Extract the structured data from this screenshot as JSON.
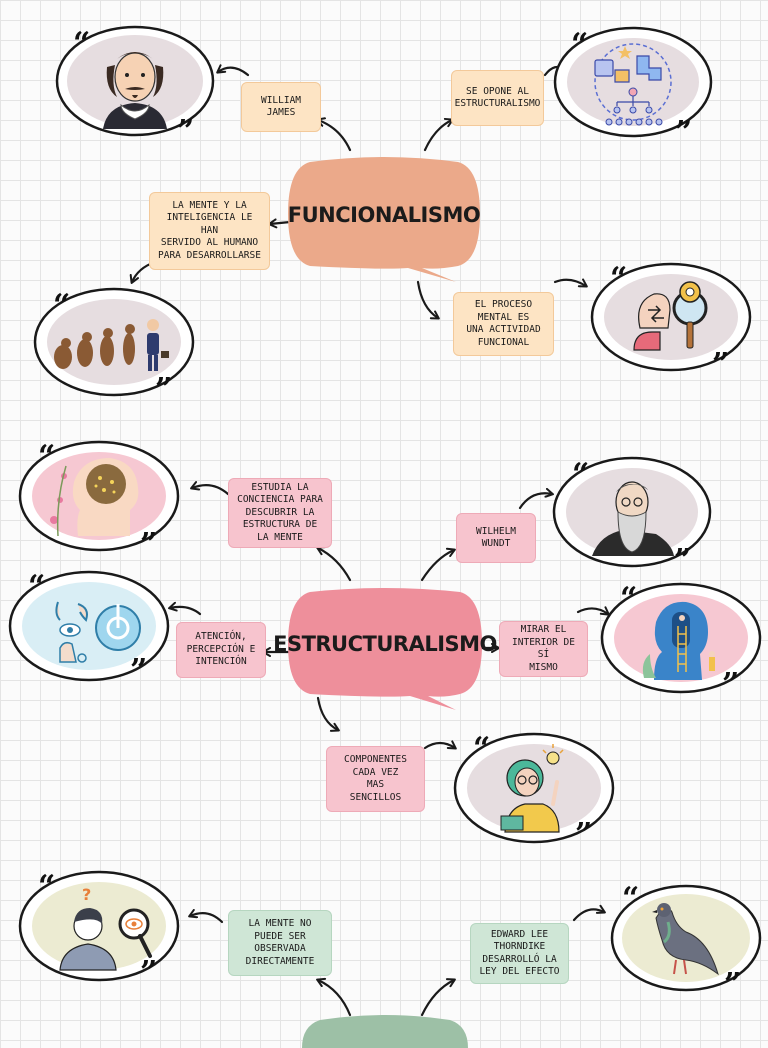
{
  "sections": {
    "funcionalismo": {
      "title": "FUNCIONALISMO",
      "items": {
        "william_james": "WILLIAM\nJAMES",
        "se_opone": "SE OPONE AL\nESTRUCTURALISMO",
        "la_mente": "LA MENTE Y LA\nINTELIGENCIA LE HAN\nSERVIDO AL HUMANO\nPARA DESARROLLARSE",
        "proceso_mental": "EL PROCESO\nMENTAL ES\nUNA ACTIVIDAD\nFUNCIONAL"
      }
    },
    "estructuralismo": {
      "title": "ESTRUCTURALISMO",
      "items": {
        "estudia": "ESTUDIA LA\nCONCIENCIA PARA\nDESCUBRIR LA\nESTRUCTURA DE\nLA MENTE",
        "wundt": "WILHELM\nWUNDT",
        "atencion": "ATENCIÓN,\nPERCEPCIÓN E\nINTENCIÓN",
        "mirar": "MIRAR EL\nINTERIOR DE SÍ\nMISMO",
        "componentes": "COMPONENTES\nCADA VEZ\nMAS\nSENCILLOS"
      }
    },
    "conductismo": {
      "items": {
        "mente_no": "LA MENTE NO\nPUEDE SER\nOBSERVADA\nDIRECTAMENTE",
        "thorndike": "EDWARD LEE\nTHORNDIKE\nDESARROLLÓ LA\nLEY DEL EFECTO"
      }
    }
  },
  "quote_open": "“",
  "quote_close": "”",
  "colors": {
    "hub_funcionalismo": "#eba98a",
    "hub_estructuralismo": "#ee8f9b",
    "hub_third": "#9dc0a6",
    "box_orange": "#fde4c4",
    "box_pink": "#f7c4ce",
    "box_green": "#cfe6d6"
  },
  "icons": [
    "shakespeare-portrait-icon",
    "team-structure-icon",
    "human-evolution-icon",
    "mental-process-icon",
    "brain-consciousness-icon",
    "wundt-portrait-icon",
    "senses-perception-icon",
    "introspection-icon",
    "thinking-woman-icon",
    "observed-person-icon",
    "pigeon-icon"
  ]
}
